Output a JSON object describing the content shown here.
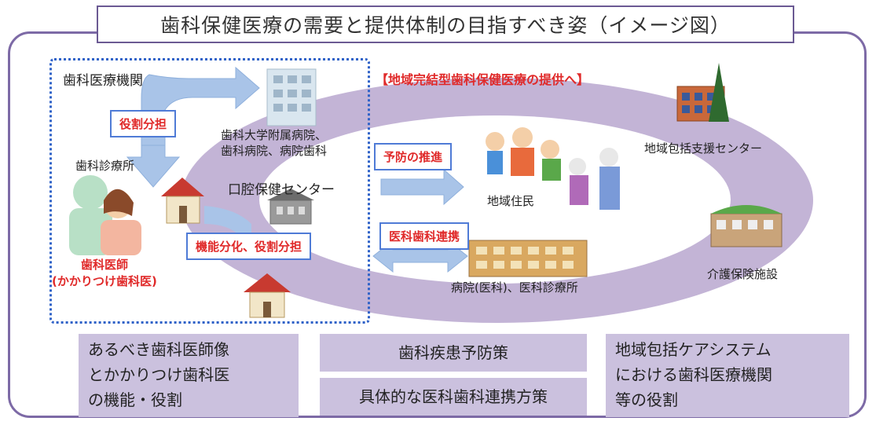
{
  "title": "歯科保健医療の需要と提供体制の目指すべき姿（イメージ図）",
  "header_red": "【地域完結型歯科保健医療の提供へ】",
  "labels": {
    "dental_institutions": "歯科医療機関",
    "university_hospital_1": "歯科大学附属病院、",
    "university_hospital_2": "歯科病院、病院歯科",
    "dental_clinic": "歯科診療所",
    "oral_health_center": "口腔保健センター",
    "residents": "地域住民",
    "support_center": "地域包括支援センター",
    "care_facility": "介護保険施設",
    "hospital_clinic": "病院(医科)、医科診療所",
    "dentist_1": "歯科医師",
    "dentist_2": "(かかりつけ歯科医)"
  },
  "tags": {
    "role_division": "役割分担",
    "prevention": "予防の推進",
    "med_dental": "医科歯科連携",
    "function_division": "機能分化、役割分担"
  },
  "bottom": {
    "box1": [
      "あるべき歯科医師像",
      "とかかりつけ歯科医",
      "の機能・役割"
    ],
    "box2": "歯科疾患予防策",
    "box3": "具体的な医科歯科連携方策",
    "box4": [
      "地域包括ケアシステム",
      "における歯科医療機関",
      "等の役割"
    ]
  },
  "colors": {
    "frame": "#7d6aa6",
    "ring": "#c3b4d6",
    "dotted": "#2f62c8",
    "arrow": "#a9c4e8",
    "red": "#e02a2a",
    "bottom_box": "#cbc1de"
  }
}
